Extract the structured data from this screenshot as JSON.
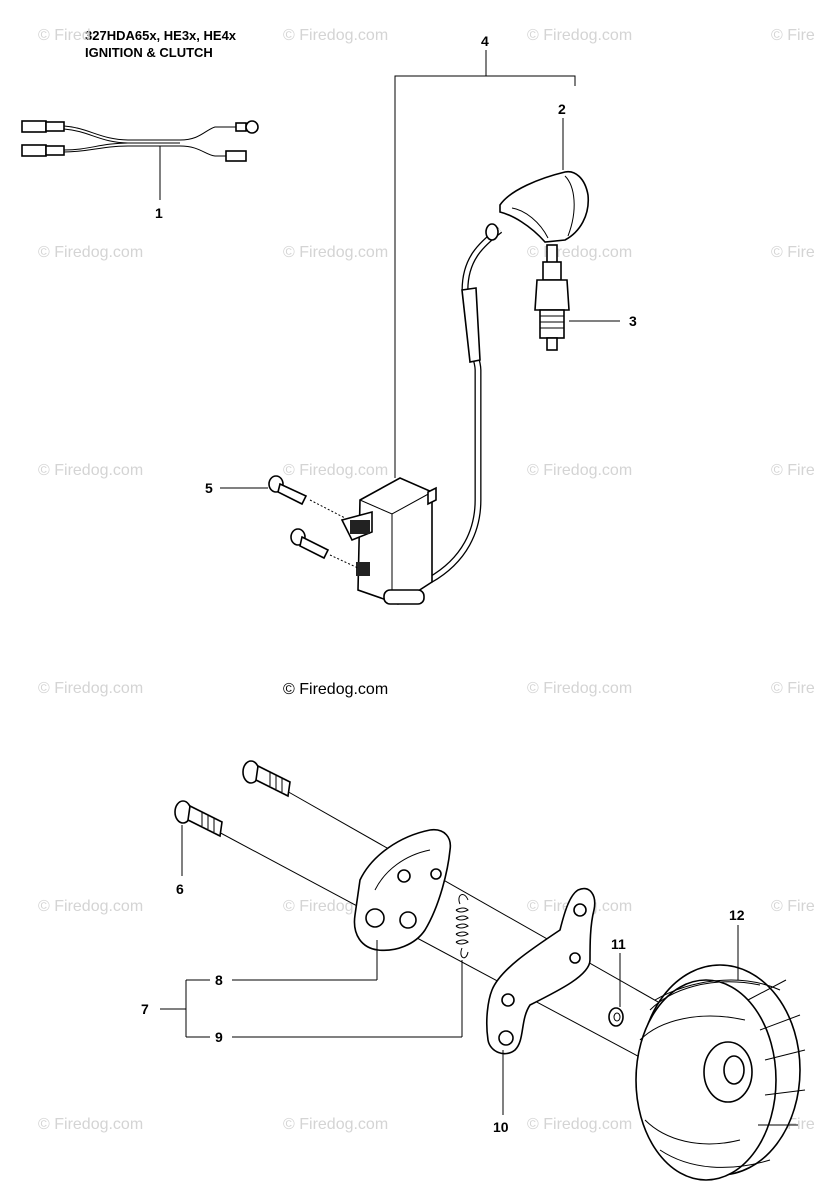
{
  "title": {
    "line1": "327HDA65x, HE3x, HE4x",
    "line2": "IGNITION & CLUTCH"
  },
  "copyright": "© Firedog.com",
  "watermark": "© Firedog.com",
  "watermark_partial": "© Fire",
  "watermark_top_left": "© Fired",
  "callouts": {
    "c1": "1",
    "c2": "2",
    "c3": "3",
    "c4": "4",
    "c5": "5",
    "c6": "6",
    "c7": "7",
    "c8": "8",
    "c9": "9",
    "c10": "10",
    "c11": "11",
    "c12": "12"
  }
}
